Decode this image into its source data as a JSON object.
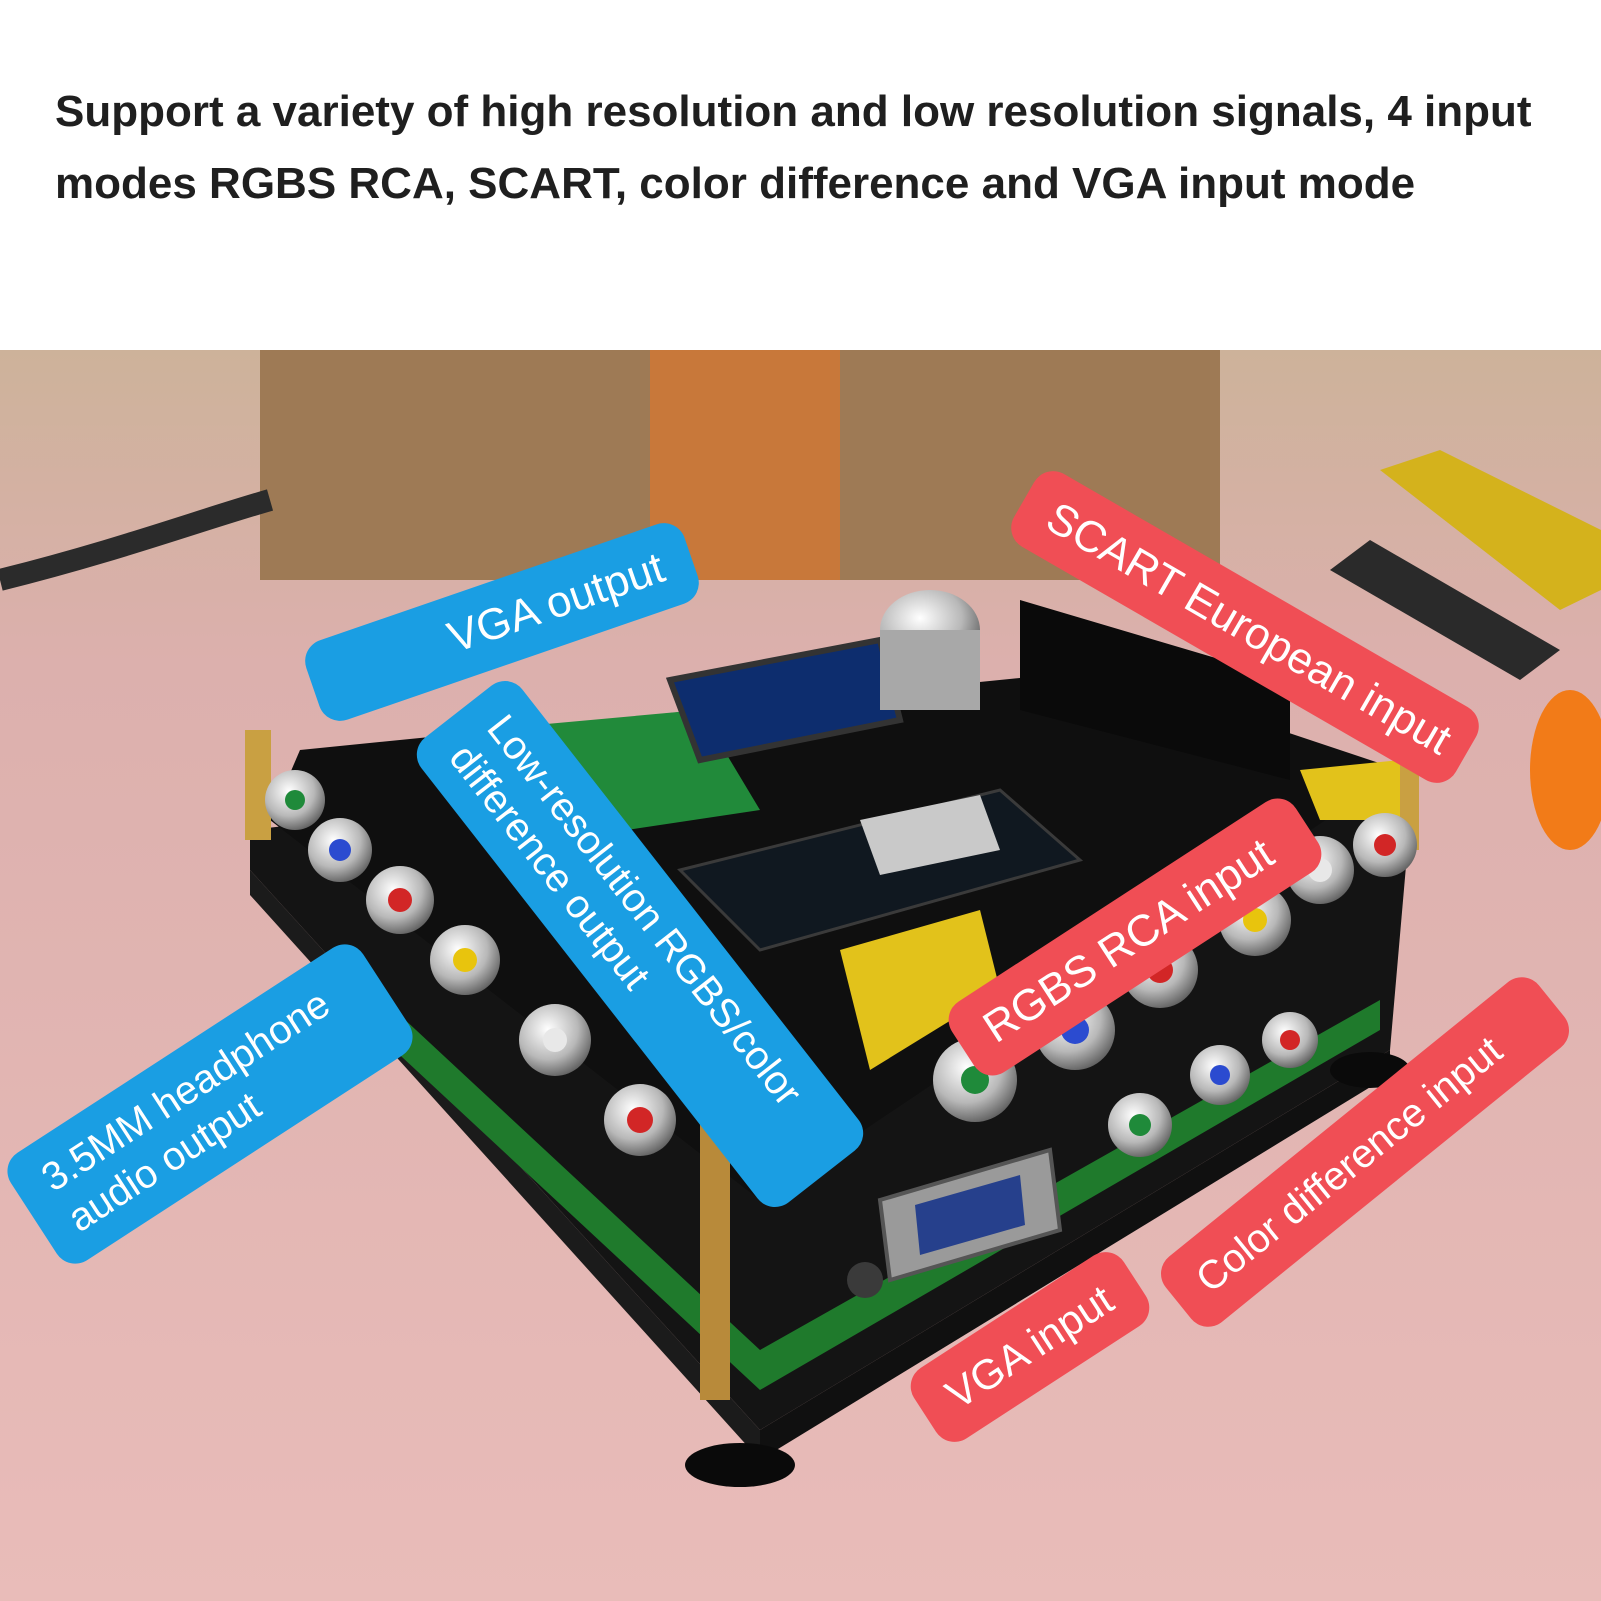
{
  "headline": "Support a variety of high resolution and low resolution signals, 4 input modes RGBS RCA, SCART, color difference and VGA input mode",
  "colors": {
    "output_label": "#1a9ee3",
    "input_label": "#f04e55",
    "background": "#e7b8b6",
    "pcb_green": "#1f7a2c",
    "board_black": "#121212"
  },
  "labels": {
    "vga_output": "VGA output",
    "lowres_output": "Low-resolution RGBS/color difference output",
    "headphone_output": "3.5MM headphone audio output",
    "scart_input": "SCART European input",
    "rgbs_rca_input": "RGBS RCA input",
    "color_diff_input": "Color difference input",
    "vga_input": "VGA input"
  }
}
